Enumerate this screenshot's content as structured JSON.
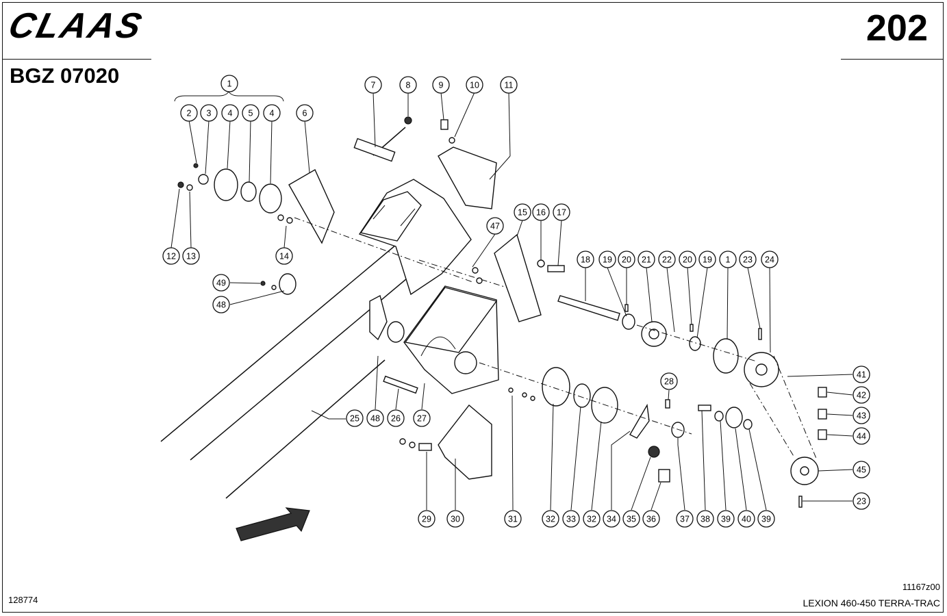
{
  "header": {
    "brand": "CLAAS",
    "page_number": "202",
    "group_code": "BGZ 07020"
  },
  "footer": {
    "document_id": "128774",
    "drawing_id": "11167z00",
    "model": "LEXION 460-450 TERRA-TRAC"
  },
  "callouts": [
    "1",
    "2",
    "3",
    "4",
    "5",
    "4",
    "6",
    "7",
    "8",
    "9",
    "10",
    "11",
    "12",
    "13",
    "14",
    "49",
    "48",
    "47",
    "15",
    "16",
    "17",
    "18",
    "19",
    "20",
    "21",
    "22",
    "20",
    "19",
    "1",
    "23",
    "24",
    "25",
    "48",
    "26",
    "27",
    "28",
    "29",
    "30",
    "31",
    "32",
    "33",
    "32",
    "34",
    "35",
    "36",
    "37",
    "38",
    "39",
    "40",
    "39",
    "41",
    "42",
    "43",
    "44",
    "45",
    "23"
  ]
}
